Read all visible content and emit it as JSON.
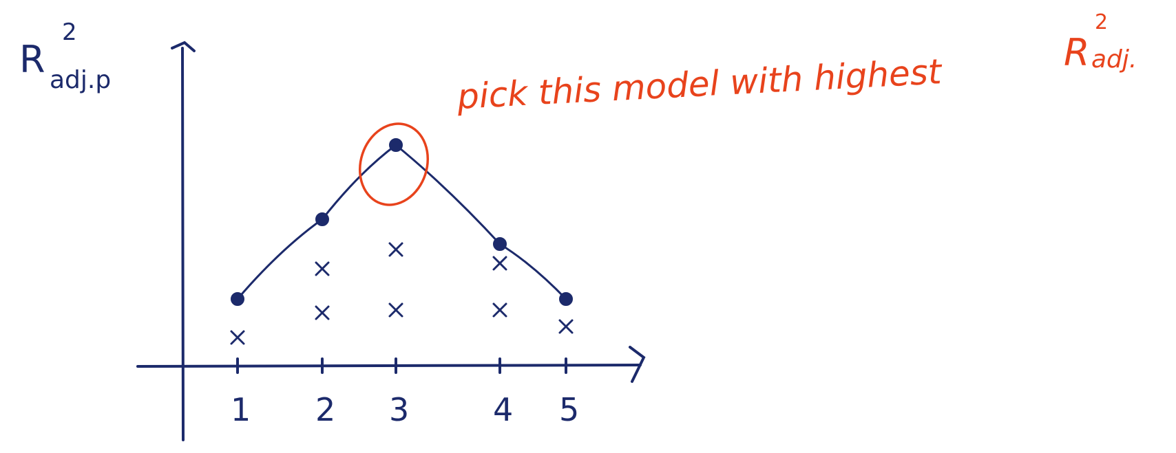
{
  "colors": {
    "ink": "#1c2a6b",
    "highlight": "#e8431c"
  },
  "chart_data": {
    "type": "scatter",
    "ylabel": {
      "base": "R",
      "sup": "2",
      "sub": "adj.p"
    },
    "categories": [
      "1",
      "2",
      "3",
      "4",
      "5"
    ],
    "best_curve": [
      {
        "x": 1,
        "y": 0.24
      },
      {
        "x": 2,
        "y": 0.53
      },
      {
        "x": 3,
        "y": 0.8
      },
      {
        "x": 4,
        "y": 0.44
      },
      {
        "x": 5,
        "y": 0.24
      }
    ],
    "other_models": [
      {
        "x": 1,
        "y": 0.1
      },
      {
        "x": 2,
        "y": 0.35
      },
      {
        "x": 2,
        "y": 0.19
      },
      {
        "x": 3,
        "y": 0.42
      },
      {
        "x": 3,
        "y": 0.2
      },
      {
        "x": 4,
        "y": 0.37
      },
      {
        "x": 4,
        "y": 0.2
      },
      {
        "x": 5,
        "y": 0.14
      }
    ],
    "highlighted_point": {
      "x": 3,
      "y": 0.8
    },
    "grid": false,
    "legend": "none"
  },
  "annotation": {
    "text": "pick this model with highest",
    "r_base": "R",
    "r_sup": "2",
    "r_sub": "adj."
  }
}
